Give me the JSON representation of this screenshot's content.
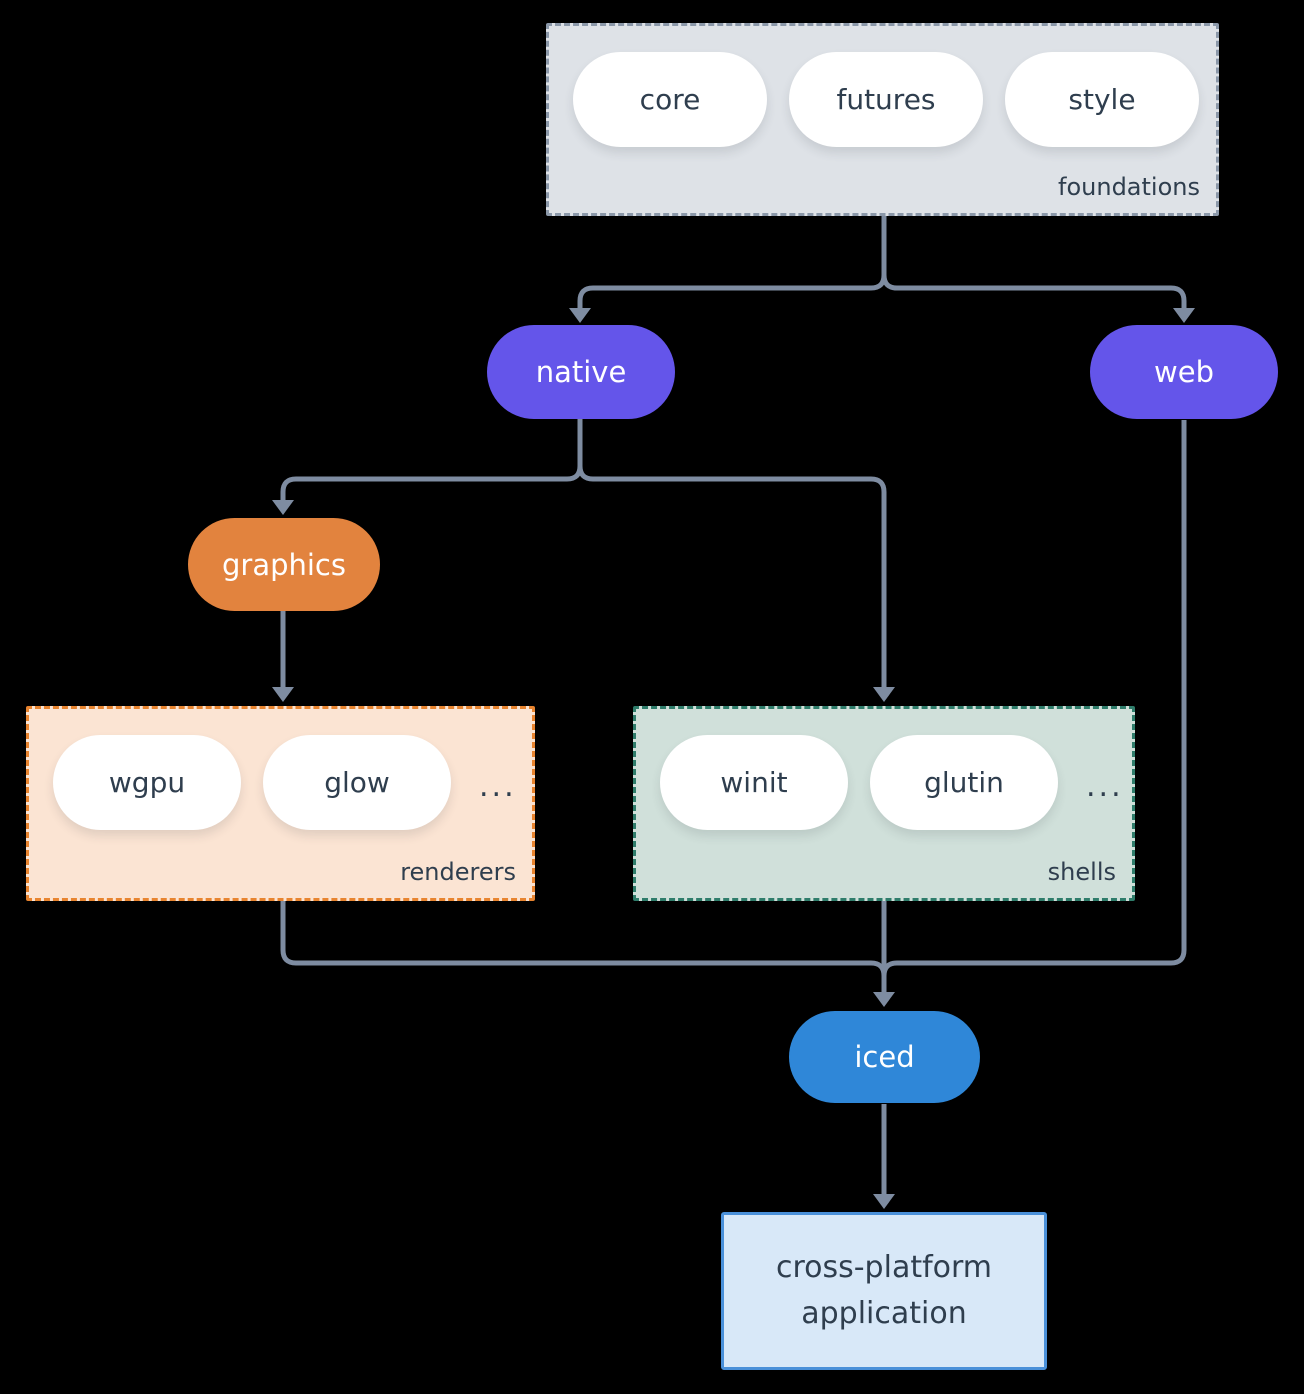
{
  "colors": {
    "background": "#000000",
    "connector": "#7e8ca1",
    "foundations_fill": "#dee2e7",
    "foundations_border": "#8b98a9",
    "renderers_fill": "#fbe4d3",
    "renderers_border": "#e8842f",
    "shells_fill": "#d0e0da",
    "shells_border": "#2f7d6b",
    "purple": "#6455ea",
    "orange": "#e2833e",
    "blue": "#2f87d8",
    "app_fill": "#d8e8f8",
    "app_border": "#4a90d9",
    "text_dark": "#2f3e4e",
    "text_light": "#ffffff"
  },
  "foundations": {
    "label": "foundations",
    "pills": [
      "core",
      "futures",
      "style"
    ]
  },
  "nodes": {
    "native": "native",
    "web": "web",
    "graphics": "graphics",
    "iced": "iced"
  },
  "renderers": {
    "label": "renderers",
    "pills": [
      "wgpu",
      "glow"
    ],
    "ellipsis": "..."
  },
  "shells": {
    "label": "shells",
    "pills": [
      "winit",
      "glutin"
    ],
    "ellipsis": "..."
  },
  "application": {
    "label": "cross-platform application"
  }
}
